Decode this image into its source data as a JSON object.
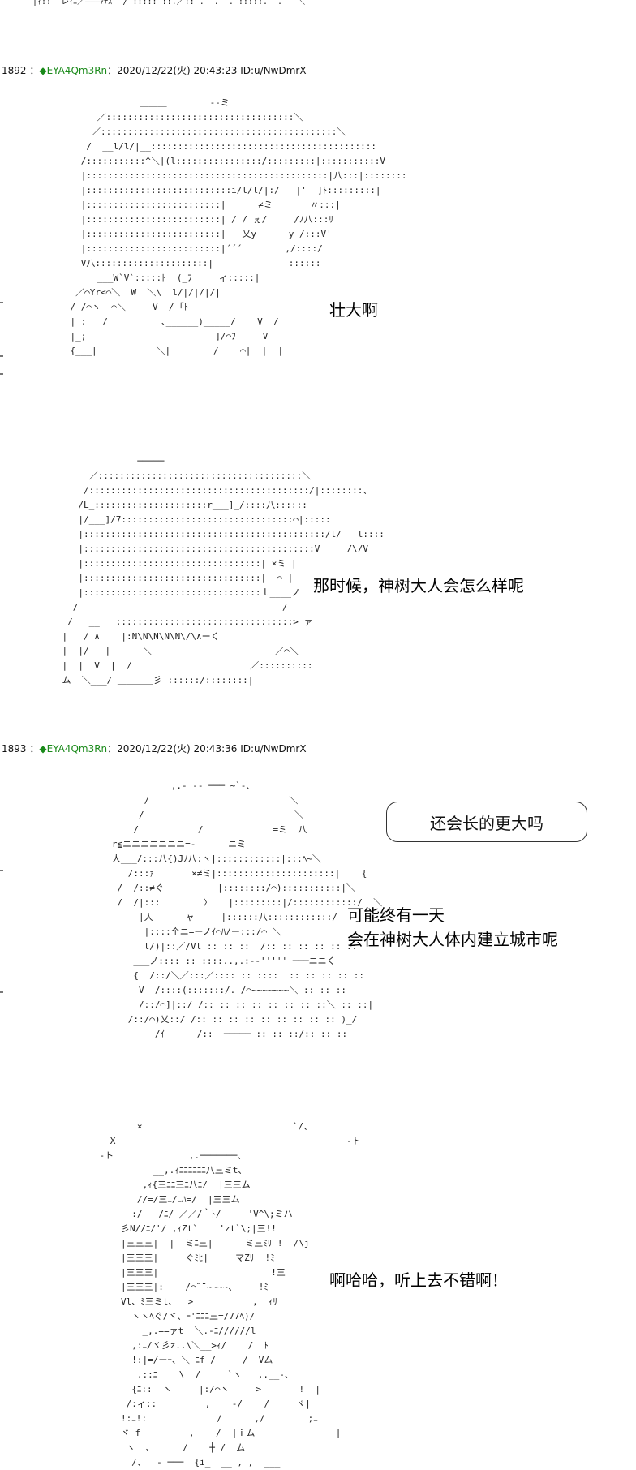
{
  "top_fragment": "|ｨ::  レｨﾆ／―――ｧﾁｽ  ﾞ/ ::::: ::.／:: .  .  . :::::.  .   ＼",
  "posts": [
    {
      "number": "1892",
      "sep": "：",
      "trip": "◆EYA4Qm3Rn",
      "date": "：2020/12/22(火) 20:43:23 ID:u/NwDmrX"
    },
    {
      "number": "1893",
      "sep": "：",
      "trip": "◆EYA4Qm3Rn",
      "date": "：2020/12/22(火) 20:43:36 ID:u/NwDmrX"
    }
  ],
  "art": {
    "a1": "                 ＿＿＿        -‐ミ\n         ／:::::::::::::::::::::::::::::::::::＼\n        ／::::::::::::::::::::::::::::::::::::::::::::＼\n       /  __l/l/|__::::::::::::::::::::::::::::::::::::::::::\n      /:::::::::::^＼|(l::::::::::::::::/:::::::::|:::::::::::V\n      |:::::::::::::::::::::::::::::::::::::::::::::|八:::|::::::::\n      |:::::::::::::::::::::::::::i/l/l/|:/   |'  ]ﾄ:::::::::|\n      |:::::::::::::::::::::::::|      ≠ミ       〃:::|\n      |:::::::::::::::::::::::::| / / ぇ/     /ﾉ八:::ﾘ\n      |:::::::::::::::::::::::::|   乂y      y /:::V'\n      |:::::::::::::::::::::::::|´´´        ,/::::/\n      V八:::::::::::::::::::::|              ::::::\n         ___W`V`:::::ﾄ  (_ﾌ     ィ:::::|\n     ／⌒Yr<⌒＼  W  ＼\\  l/|/|/|/|\n    / /⌒ヽ  ⌒＼_____V__/ ｢ﾄ\n    | :   /          ､______)_____/    V  /\n    |_;                        ]/⌒ﾌ     V\n    {___|           ＼|        /    ⌒|  |  |",
    "a2": "                  ─────\n         ／::::::::::::::::::::::::::::::::::::::＼\n        /:::::::::::::::::::::::::::::::::::::::::/|::::::::、\n       /L_:::::::::::::::::::::r___]_/::::八::::::\n       |/___]/7::::::::::::::::::::::::::::::::⌒|:::::\n       |:::::::::::::::::::::::::::::::::::::::::::::/l/_  l::::\n       |:::::::::::::::::::::::::::::::::::::::::::V     /\\/V\n       |:::::::::::::::::::::::::::::::::| ×ミ |\n       |:::::::::::::::::::::::::::::::::|  ⌒ |\n       |:::::::::::::::::::::::::::::::::ｌ____ノ\n      /                                      /\n     /   __   :::::::::::::::::::::::::::::::::> ァ\n    |   / ∧    |:N\\N\\N\\N\\N\\/\\∧ーく\n    |  |/   |      ＼                       ／⌒＼\n    |  |  V  |  /                      ／::::::::::\n    ム  ＼___/ ＿＿＿＿彡 ::::::/::::::::|",
    "a3": "              ,.- ‐‐ ─── ~`-、\n         /                          ＼\n        /                            ＼\n       /           /             =ミ  八\n   r≦ニニニニニニニ=-      ニミ\n   人___/:::八{)Jﾉ八:ヽ|::::::::::::|:::ﾍ~＼\n      /:::ｧ       ×≠ミ|::::::::::::::::::::::|    {\n    /  /::≠ぐ          |::::::::/⌒):::::::::::|＼\n    /  /|:::        〉   |:::::::::|/::::::::::::/  ＼\n        |人      ャ     |::::::八::::::::::::/\n         |::::个ニ=ーノｲ⌒ﾊ/ー:::/⌒ ＼\n         l/)|::／/Vl :: :: ::  /:: :: :: :: :: ::\n       ___ノ:::: :: ::::..,.:--''''' ───ニニく\n       {  /::/＼／:::／:::: :: ::::  :: :: :: :: ::\n        V  /::::(:::::::/. /⌒~~~~~~~＼ :: :: ::\n        /::/⌒]|::/ /:: :: :: :: :: :: :: ::＼ :: ::|\n      /::/⌒)乂::/ /:: :: :: :: :: :: :: :: :: )_/\n           /ｲ      /::  ───── :: :: ::/:: :: ::",
    "a4": "           ×                            `/、\n      X                                           -ト\n    -ト              ,.───────、\n              __,.ｨﾆﾆﾆﾆﾆﾆ八三ミt、\n            ,ｨ{三ﾆﾆ三ﾆ八ﾆ/  |三三ム\n           //=/三ﾆ/ﾆﾊ=/  |三三ム\n          :/   /ﾆ/ ／／/｀ﾄ/     'V^\\;ミハ\n        彡N//ﾆ/'/ ,ｨZt`    'zt`\\;|三!!\n        |三三三|  |  ミﾆ三|      ミ三ﾐﾘ !  /\\j\n        |三三三|     ぐﾐﾋ|     マZﾘ  !ﾐ\n        |三三三|                     !三\n        |三三三|:    /⌒¨¨~~~~、    !ﾐ\n        Vl、ﾐ三ミt、  >           ,  ｨﾘ\n          ヽヽﾍぐ/ヾ、ｰ'ﾆﾆﾆ三=/77ﾍ)/\n            _,.==ァt  ＼.-ﾆ//////l\n          ,:ﾆ/ヾ彡z..\\＼__>ｨ/    /  ﾄ\n          !:|=/ーｰ、＼_ﾆf_/     /  V厶\n           .::ﾆ    \\  /     `ヽ   ,.__-、\n          {ﾆ::  ヽ     |:/⌒ヽ     >       !  |\n         /:ィ::         ,    -/    /     ヾ|\n        !:ﾆ!:             /      ,/        ;ﾆ\n        ヾ f         ,    /  |ｉム               |\n         ヽ  ､      /    ┼ /  ム\n          /、  ‐ ───  {i_  __ , ,  ___"
  },
  "captions": {
    "c1": "壮大啊",
    "c2": "那时候，神树大人会怎么样呢",
    "bubble": "还会长的更大吗",
    "c3_line1": "可能终有一天",
    "c3_line2": "会在神树大人体内建立城市呢",
    "c4": "啊哈哈，听上去不错啊！"
  }
}
